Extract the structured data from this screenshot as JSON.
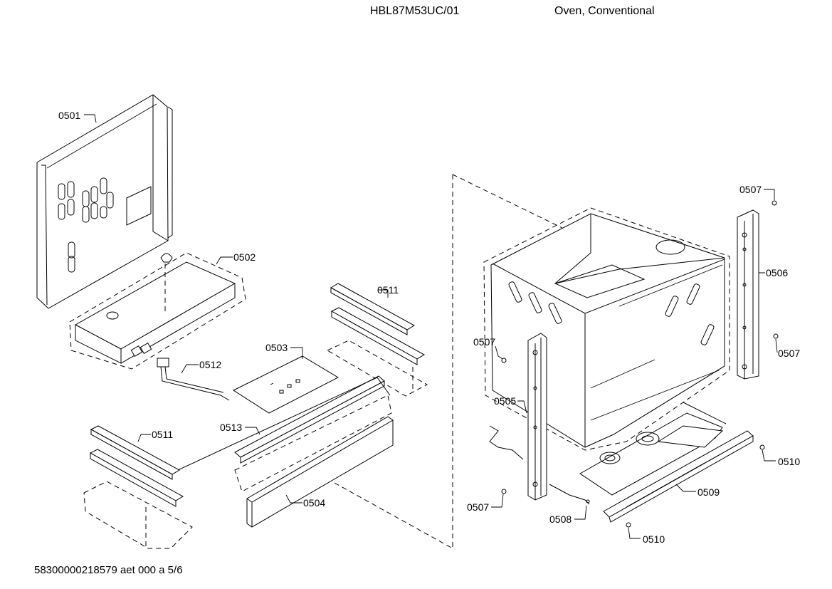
{
  "header": {
    "model": "HBL87M53UC/01",
    "product": "Oven, Conventional"
  },
  "footer": {
    "doc_code": "58300000218579 aet 000 a 5/6"
  },
  "callouts": {
    "c0501": "0501",
    "c0502": "0502",
    "c0503": "0503",
    "c0504": "0504",
    "c0505": "0505",
    "c0506": "0506",
    "c0507a": "0507",
    "c0507b": "0507",
    "c0507c": "0507",
    "c0507d": "0507",
    "c0508": "0508",
    "c0509": "0509",
    "c0510a": "0510",
    "c0510b": "0510",
    "c0511a": "0511",
    "c0511b": "0511",
    "c0512": "0512",
    "c0513": "0513"
  }
}
